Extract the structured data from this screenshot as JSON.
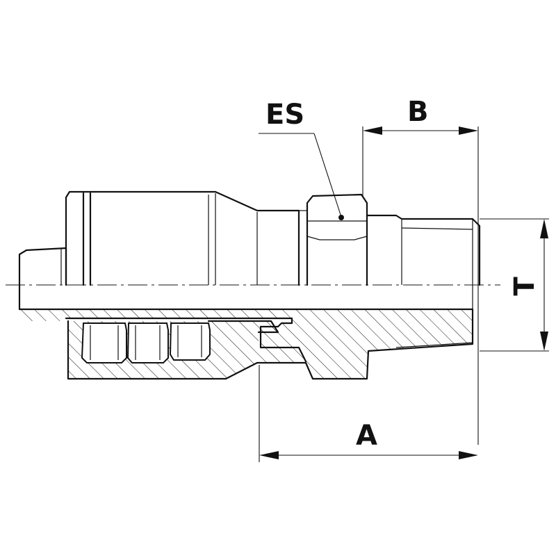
{
  "labels": {
    "es": "ES",
    "b": "B",
    "t": "T",
    "a": "A"
  },
  "colors": {
    "line": "#111111",
    "background": "#ffffff"
  }
}
